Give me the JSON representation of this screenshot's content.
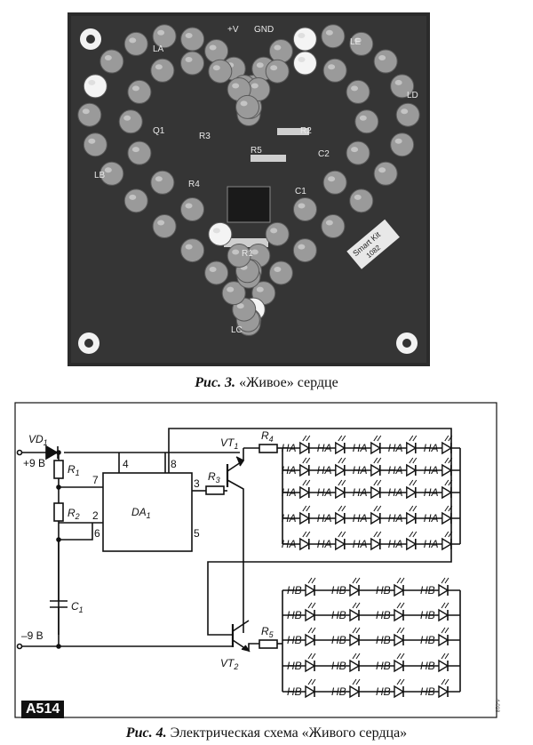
{
  "figure3": {
    "pcb_labels": {
      "power": "+V",
      "gnd": "GND",
      "r1": "R1",
      "r2": "R2",
      "r3": "R3",
      "r4": "R4",
      "r5": "R5",
      "c1": "C1",
      "c2": "C2",
      "q1": "Q1",
      "brand": "Smart Kit",
      "brand_num": "1082",
      "la": "LA",
      "lb": "LB",
      "lc": "LC",
      "ld": "LD",
      "le": "LE"
    },
    "caption_prefix": "Рис. 3.",
    "caption_text": "«Живое» сердце"
  },
  "figure4": {
    "labels": {
      "vd": "VD",
      "vd_sub": "1",
      "plus9": "+9 В",
      "minus9": "–9 В",
      "r1": "R",
      "r1_sub": "1",
      "r2": "R",
      "r2_sub": "2",
      "r3": "R",
      "r3_sub": "3",
      "r4": "R",
      "r4_sub": "4",
      "r5": "R",
      "r5_sub": "5",
      "c1": "C",
      "c1_sub": "1",
      "da": "DA",
      "da_sub": "1",
      "vt1": "VT",
      "vt1_sub": "1",
      "vt2": "VT",
      "vt2_sub": "2",
      "pin2": "2",
      "pin3": "3",
      "pin4": "4",
      "pin5": "5",
      "pin6": "6",
      "pin7": "7",
      "pin8": "8",
      "ha": "HA",
      "hb": "HB"
    },
    "tag": "A514",
    "side_code": "4-018",
    "caption_prefix": "Рис. 4.",
    "caption_text": "Электрическая схема «Живого сердца»"
  }
}
